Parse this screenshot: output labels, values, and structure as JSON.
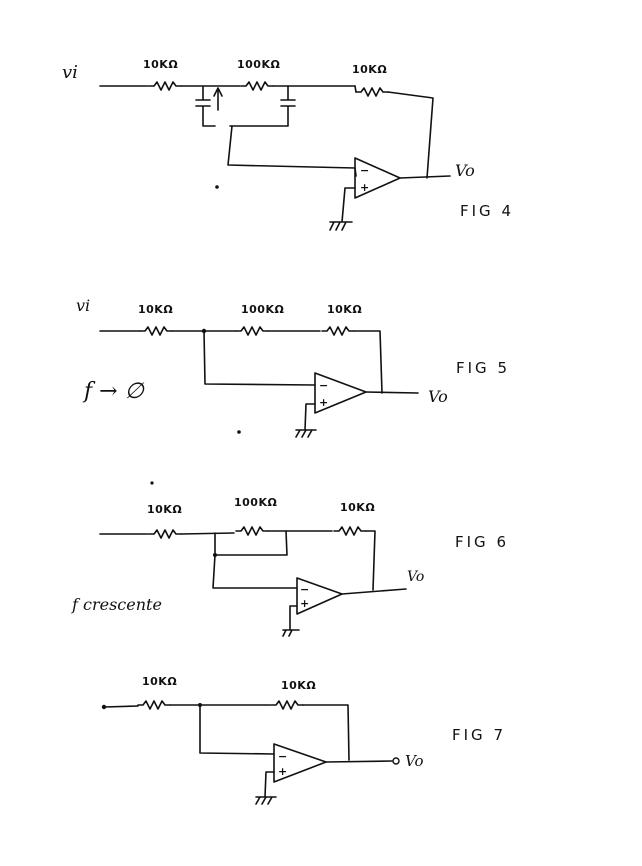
{
  "fig4": {
    "input": "vi",
    "r1": "10KΩ",
    "r2": "100KΩ",
    "r3": "10KΩ",
    "output": "Vo",
    "caption": "FIG 4"
  },
  "fig5": {
    "input": "vi",
    "r1": "10KΩ",
    "r2": "100KΩ",
    "r3": "10KΩ",
    "output": "Vo",
    "caption": "FIG 5",
    "note": "f → ∅"
  },
  "fig6": {
    "r1": "10KΩ",
    "r2": "100KΩ",
    "r3": "10KΩ",
    "output": "Vo",
    "caption": "FIG 6",
    "note": "f crescente"
  },
  "fig7": {
    "r1": "10KΩ",
    "r3": "10KΩ",
    "output": "Vo",
    "caption": "FIG 7"
  }
}
